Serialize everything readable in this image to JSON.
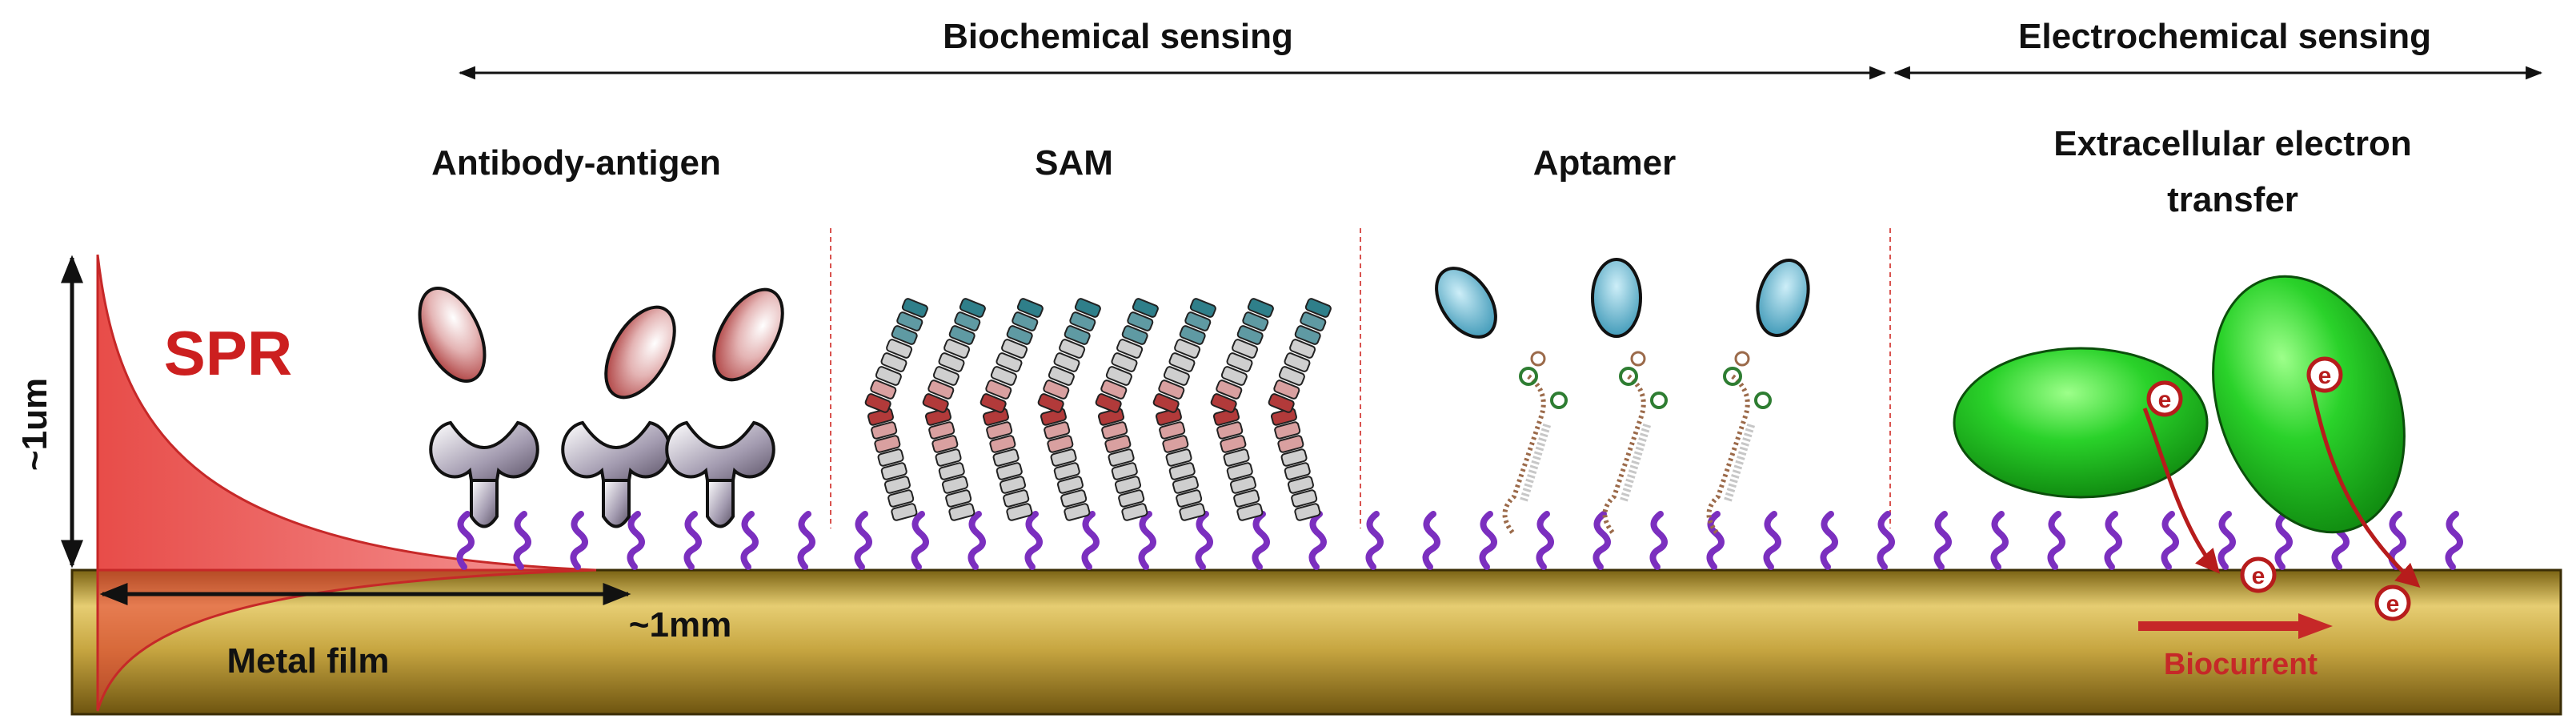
{
  "sections": {
    "biochemical_sensing": "Biochemical sensing",
    "electrochemical_sensing": "Electrochemical sensing"
  },
  "panels": {
    "antibody_antigen": "Antibody-antigen",
    "sam": "SAM",
    "aptamer": "Aptamer",
    "eet_line1": "Extracellular electron",
    "eet_line2": "transfer"
  },
  "spr": {
    "label": "SPR",
    "vertical_extent": "~1um",
    "horizontal_extent": "~1mm"
  },
  "substrate": {
    "label": "Metal film"
  },
  "current": {
    "label": "Biocurrent",
    "electron_symbol": "e"
  },
  "colors": {
    "spr_red": "#d62728",
    "arrow_red": "#b71c1c",
    "metal_gold": "#b8962e",
    "linker_purple": "#7b2fbf",
    "bacteria_green": "#22c322",
    "aptamer_blue": "#4fb6d6",
    "antibody_grey": "#8a8296",
    "antigen_red": "#b23a3a",
    "sam_teal": "#2f7f8a"
  }
}
